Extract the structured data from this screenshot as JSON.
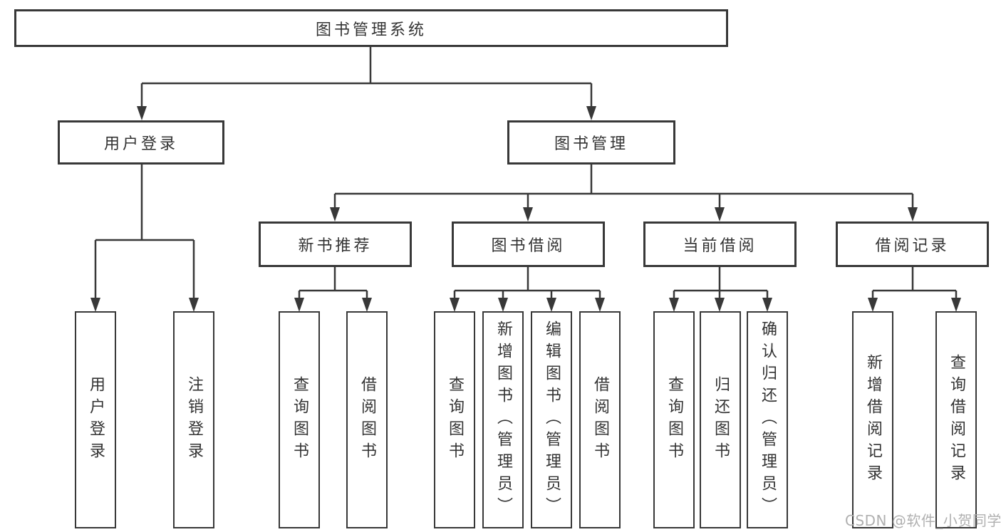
{
  "tree": {
    "root": "图书管理系统",
    "children": [
      {
        "label": "用户登录",
        "children": [
          "用户登录",
          "注销登录"
        ]
      },
      {
        "label": "图书管理",
        "children": [
          {
            "label": "新书推荐",
            "children": [
              "查询图书",
              "借阅图书"
            ]
          },
          {
            "label": "图书借阅",
            "children": [
              "查询图书",
              "新增图书（管理员）",
              "编辑图书（管理员）",
              "借阅图书"
            ]
          },
          {
            "label": "当前借阅",
            "children": [
              "查询图书",
              "归还图书",
              "确认归还（管理员）"
            ]
          },
          {
            "label": "借阅记录",
            "children": [
              "新增借阅记录",
              "查询借阅记录"
            ]
          }
        ]
      }
    ]
  },
  "watermark": {
    "text": "CSDN @软件_小贺同学",
    "color": "#b0b0b0"
  },
  "colors": {
    "line": "#383838",
    "node_border": "#383838",
    "node_fill": "#ffffff",
    "text": "#333333",
    "background": "#ffffff"
  }
}
